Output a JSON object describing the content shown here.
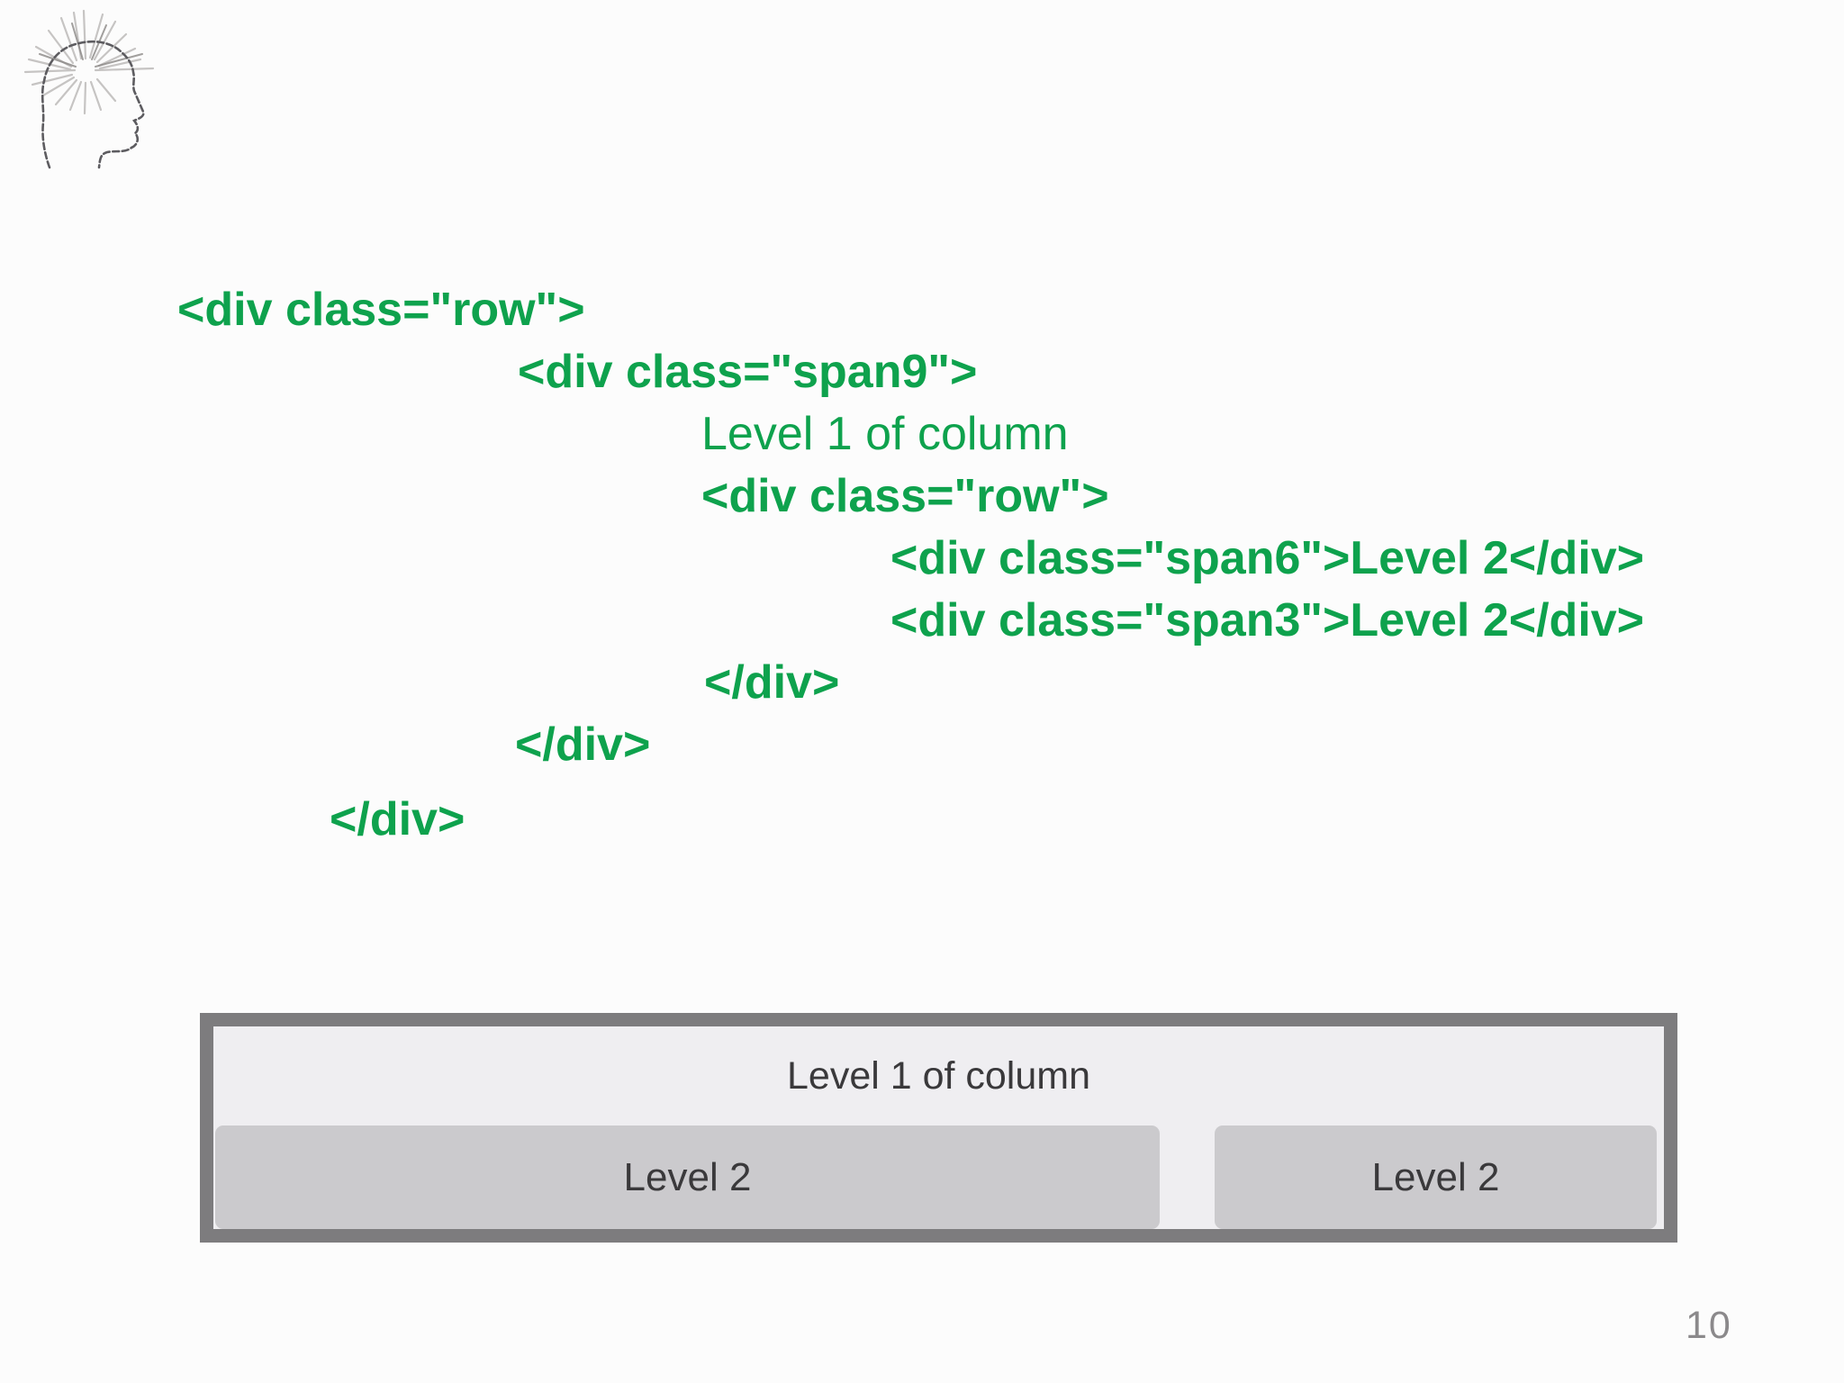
{
  "slide": {
    "page_number": "10"
  },
  "code_block": {
    "color": "#0ea24d",
    "lines": [
      {
        "text": "<div class=\"row\">",
        "indent": 0,
        "bold": true
      },
      {
        "text": "<div class=\"span9\">",
        "indent": 378,
        "bold": true
      },
      {
        "text": "Level 1 of column",
        "indent": 582,
        "bold": false
      },
      {
        "text": "<div class=\"row\">",
        "indent": 582,
        "bold": true
      },
      {
        "text": "<div class=\"span6\">Level 2</div>",
        "indent": 792,
        "bold": true
      },
      {
        "text": "<div class=\"span3\">Level 2</div>",
        "indent": 792,
        "bold": true
      },
      {
        "text": "</div>",
        "indent": 585,
        "bold": true
      },
      {
        "text": "</div>",
        "indent": 375,
        "bold": true
      },
      {
        "text": "</div>",
        "indent": 169,
        "bold": true,
        "gap_before": 14
      }
    ]
  },
  "diagram": {
    "level1_label": "Level 1 of column",
    "level2_labels": [
      "Level 2",
      "Level 2"
    ],
    "colors": {
      "border": "#7d7c7e",
      "background": "#efeef1",
      "box": "#cbcacd",
      "text": "#3a393b"
    }
  }
}
